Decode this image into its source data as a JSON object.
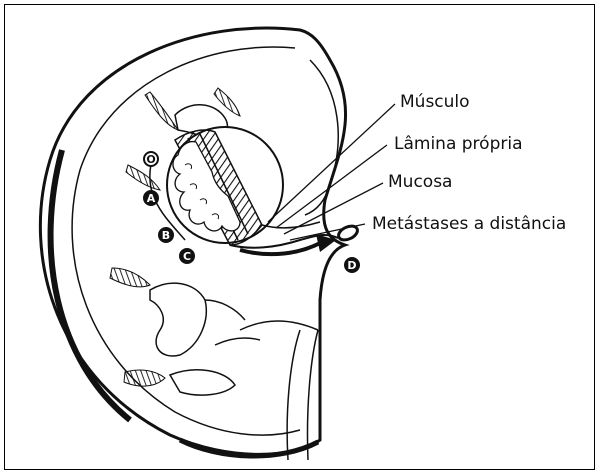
{
  "labels": {
    "musculo": "Músculo",
    "lamina": "Lâmina própria",
    "mucosa": "Mucosa",
    "metastases": "Metástases a distância"
  },
  "stages": {
    "o": "O",
    "a": "A",
    "b": "B",
    "c": "C",
    "d": "D"
  },
  "colors": {
    "ink": "#111111",
    "background": "#ffffff"
  }
}
